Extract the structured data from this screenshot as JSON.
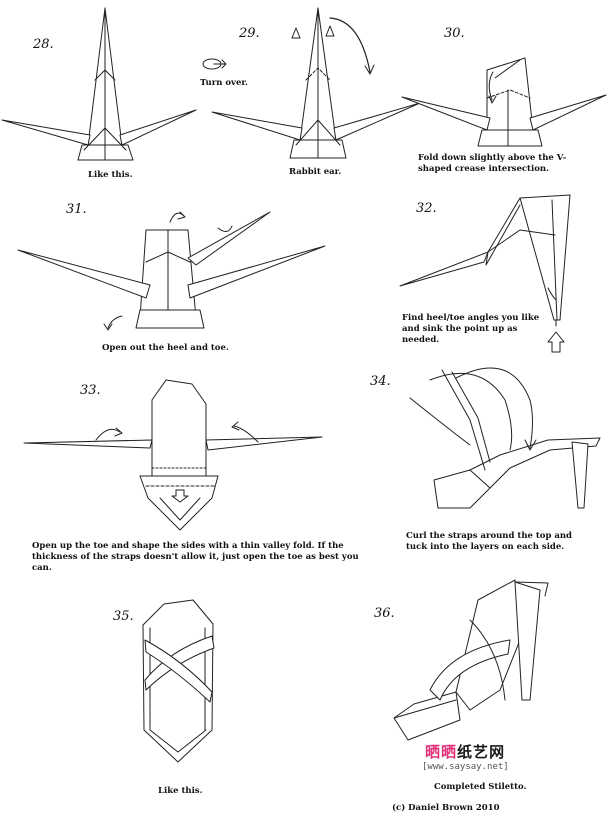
{
  "steps": [
    {
      "number": "28.",
      "caption": "Like this."
    },
    {
      "number": "29.",
      "caption": "Rabbit ear.",
      "note": "Turn over."
    },
    {
      "number": "30.",
      "caption": "Fold down slightly above the V-shaped crease intersection."
    },
    {
      "number": "31.",
      "caption": "Open out the heel and toe."
    },
    {
      "number": "32.",
      "caption": "Find heel/toe angles you like and sink the point up as needed."
    },
    {
      "number": "33.",
      "caption": "Open up the toe and shape the sides with a thin valley fold. If the thickness of the straps doesn't allow it, just open the toe as best you can."
    },
    {
      "number": "34.",
      "caption": "Curl the straps around the top and tuck into the layers on each side."
    },
    {
      "number": "35.",
      "caption": "Like this."
    },
    {
      "number": "36.",
      "caption": "Completed Stiletto."
    }
  ],
  "credit": "(c) Daniel Brown 2010",
  "watermark": {
    "chars": [
      "晒",
      "晒",
      "纸",
      "艺",
      "网"
    ],
    "url": "[www.saysay.net]",
    "colors": [
      "#e0307a",
      "#e0307a",
      "#1a1a1a",
      "#1a1a1a",
      "#1a1a1a"
    ]
  }
}
